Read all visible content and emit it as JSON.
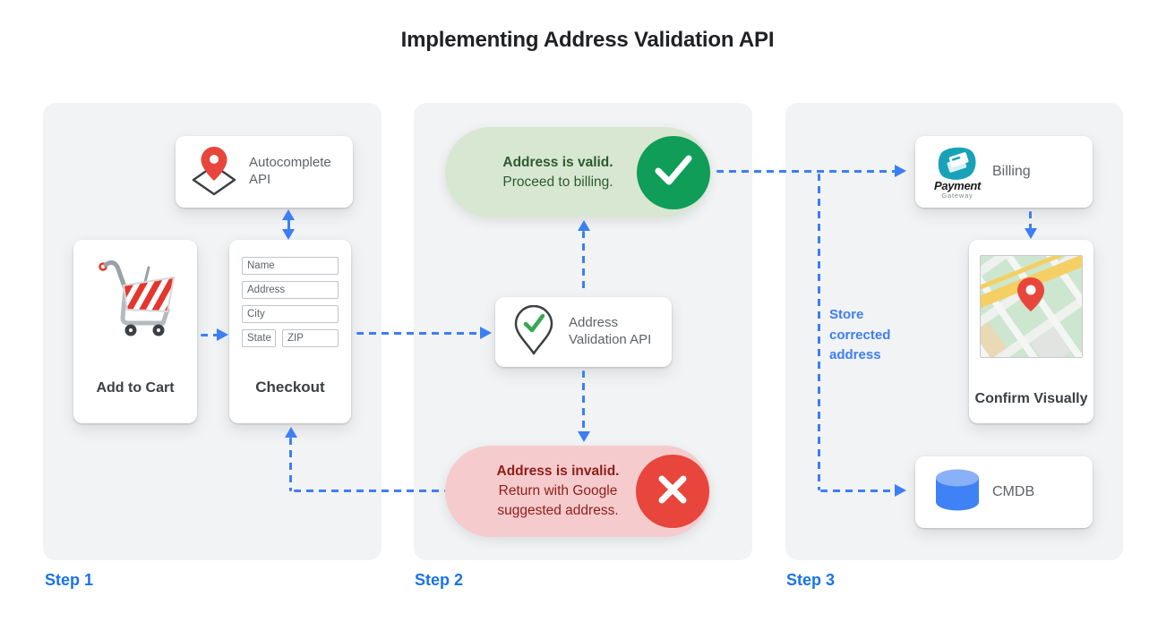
{
  "title": "Implementing Address Validation API",
  "step1": {
    "label": "Step 1",
    "autocomplete_api": {
      "label": "Autocomplete API"
    },
    "add_to_cart": {
      "label": "Add to Cart"
    },
    "checkout": {
      "label": "Checkout",
      "fields": {
        "name": "Name",
        "address": "Address",
        "city": "City",
        "state": "State",
        "zip": "ZIP"
      }
    }
  },
  "step2": {
    "label": "Step 2",
    "valid_result": {
      "title": "Address is valid.",
      "subtitle": "Proceed to billing."
    },
    "validation_api": {
      "label": "Address Validation API"
    },
    "invalid_result": {
      "title": "Address is invalid.",
      "subtitle": "Return with Google suggested address."
    }
  },
  "step3": {
    "label": "Step 3",
    "billing": {
      "label": "Billing",
      "logo_title": "Payment",
      "logo_subtitle": "Gateway"
    },
    "store_note": "Store corrected address",
    "confirm_visually": {
      "label": "Confirm Visually"
    },
    "cmdb": {
      "label": "CMDB"
    }
  },
  "colors": {
    "step_label_blue": "#1a73e8",
    "arrow_blue": "#3d7ef5",
    "valid_green": "#0f9d58",
    "invalid_red": "#e8453c",
    "valid_pill_bg": "#d8e7d2",
    "invalid_pill_bg": "#f6cbce",
    "panel_bg": "#f1f3f4",
    "payment_teal": "#17a2b8",
    "database_blue": "#4285f4",
    "cart_red": "#e5352c"
  }
}
